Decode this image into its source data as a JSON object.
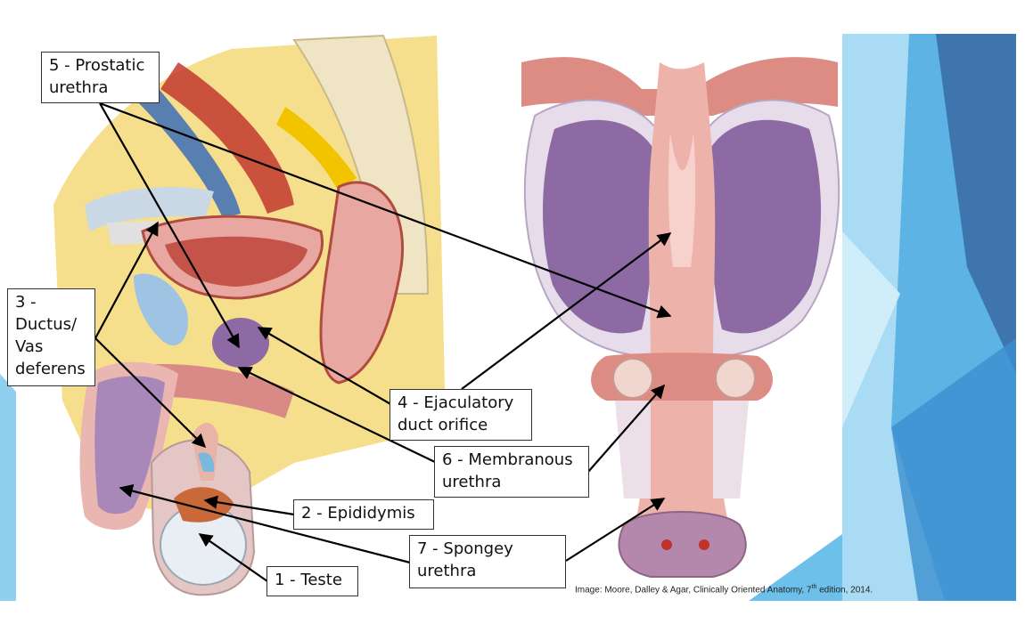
{
  "labels": {
    "prostatic": {
      "line1": "5 - Prostatic",
      "line2": "urethra"
    },
    "ductus": {
      "line1": "3 -",
      "line2": "Ductus/",
      "line3": "Vas",
      "line4": "deferens"
    },
    "ejaculatory": {
      "line1": "4 - Ejaculatory",
      "line2": "duct orifice"
    },
    "membranous": {
      "line1": "6 - Membranous",
      "line2": "urethra"
    },
    "epididymis": "2 - Epididymis",
    "spongey": {
      "line1": "7 - Spongey",
      "line2": "urethra"
    },
    "teste": "1 - Teste"
  },
  "credit": {
    "before": "Image: Moore, Dalley & Agar, Clinically Oriented Anatomy, 7",
    "sup": "th",
    "after": " edition, 2014."
  },
  "colors": {
    "bg_blue_light": "#8fd0f0",
    "bg_blue_mid": "#4aa6dc",
    "bg_blue_dark": "#3a6fa8",
    "prostate_purple": "#8d6aa4",
    "tissue_pink": "#e9a6a0",
    "fat_yellow": "#f6df8c",
    "bone_cream": "#efe5c4"
  }
}
